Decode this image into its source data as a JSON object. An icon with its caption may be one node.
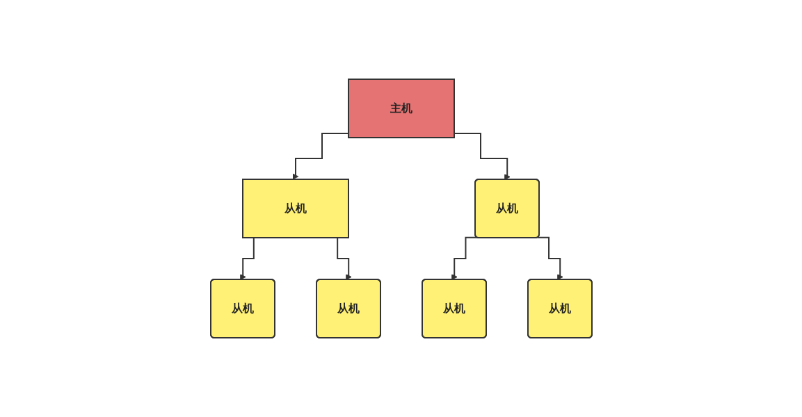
{
  "diagram": {
    "nodes": [
      {
        "text": [
          "主机"
        ]
      },
      {
        "text": [
          "从机"
        ]
      },
      {
        "text": [
          "从机"
        ]
      },
      {
        "text": [
          "从机"
        ]
      },
      {
        "text": [
          "从机"
        ]
      },
      {
        "text": [
          "从机"
        ]
      },
      {
        "text": [
          "从机"
        ]
      }
    ],
    "edges": [
      {
        "from": 0,
        "to": 1,
        "arrow": "to"
      },
      {
        "from": 0,
        "to": 2,
        "arrow": "to"
      },
      {
        "from": 1,
        "to": 3,
        "arrow": "to"
      },
      {
        "from": 1,
        "to": 4,
        "arrow": "to"
      },
      {
        "from": 2,
        "to": 5,
        "arrow": "to"
      },
      {
        "from": 2,
        "to": 6,
        "arrow": "to"
      }
    ]
  }
}
